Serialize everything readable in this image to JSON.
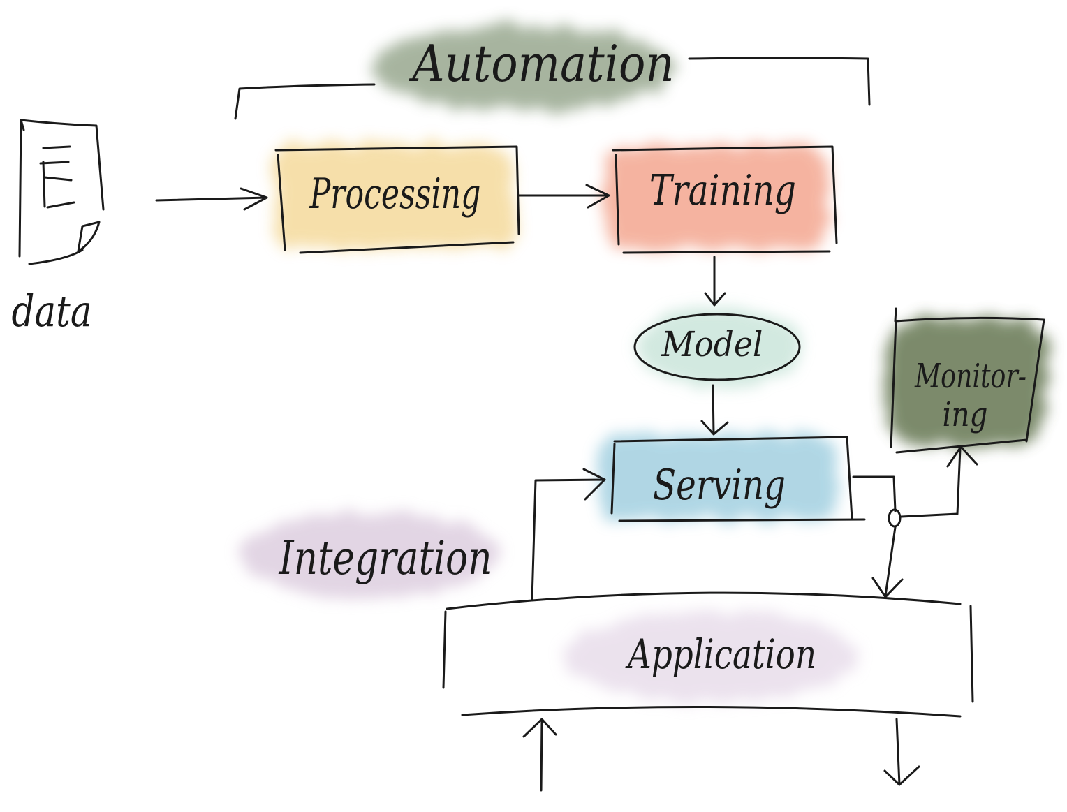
{
  "nodes": {
    "automation": "Automation",
    "data": "data",
    "processing": "Processing",
    "training": "Training",
    "model": "Model",
    "monitoring_line1": "Monitor-",
    "monitoring_line2": "ing",
    "serving": "Serving",
    "integration": "Integration",
    "application": "Application"
  },
  "colors": {
    "automation": "#8a9c80",
    "processing": "#f2cf7e",
    "training": "#f19479",
    "model": "#bfe0d3",
    "monitoring": "#5c6e46",
    "serving": "#8fc6da",
    "integration": "#d3bfd6",
    "application": "#dccbe0",
    "ink": "#1a1a1a"
  }
}
